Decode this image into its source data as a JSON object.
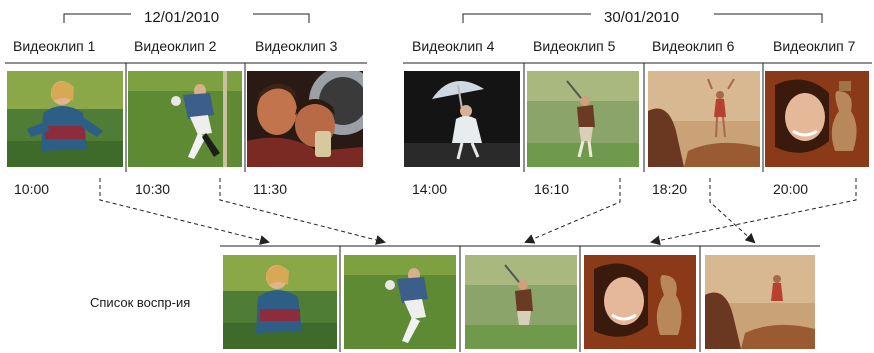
{
  "groups": [
    {
      "date": "12/01/2010"
    },
    {
      "date": "30/01/2010"
    }
  ],
  "clips": [
    {
      "label": "Видеоклип 1",
      "time": "10:00",
      "image": "woman-running-icon"
    },
    {
      "label": "Видеоклип 2",
      "time": "10:30",
      "image": "boy-kicking-ball-icon"
    },
    {
      "label": "Видеоклип 3",
      "time": "11:30",
      "image": "two-men-laughing-icon"
    },
    {
      "label": "Видеоклип 4",
      "time": "14:00",
      "image": "woman-with-umbrella-icon"
    },
    {
      "label": "Видеоклип 5",
      "time": "16:10",
      "image": "golfer-swing-icon"
    },
    {
      "label": "Видеоклип 6",
      "time": "18:20",
      "image": "woman-on-rocks-icon"
    },
    {
      "label": "Видеоклип 7",
      "time": "20:00",
      "image": "woman-with-vase-icon"
    }
  ],
  "playlist": {
    "label": "Список воспр-ия",
    "items": [
      "Видеоклип 1",
      "Видеоклип 2",
      "Видеоклип 5",
      "Видеоклип 7",
      "Видеоклип 6"
    ]
  }
}
